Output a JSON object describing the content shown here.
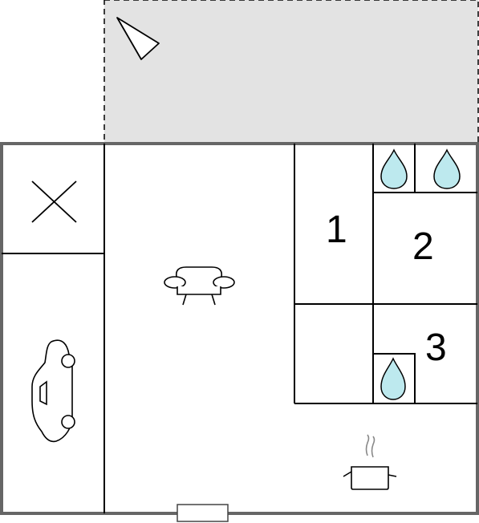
{
  "floorplan": {
    "rooms": [
      {
        "id": "room-1",
        "label": "1"
      },
      {
        "id": "room-2",
        "label": "2"
      },
      {
        "id": "room-3",
        "label": "3"
      }
    ],
    "icons": [
      "compass-icon",
      "stairs-void-icon",
      "sofa-icon",
      "car-icon",
      "shower-icon",
      "sink-icon",
      "toilet-icon",
      "cooking-pot-icon",
      "door-icon"
    ],
    "colors": {
      "wall": "#666666",
      "line": "#000000",
      "terrace_fill": "#e3e3e3",
      "water": "#bde9ee"
    }
  }
}
